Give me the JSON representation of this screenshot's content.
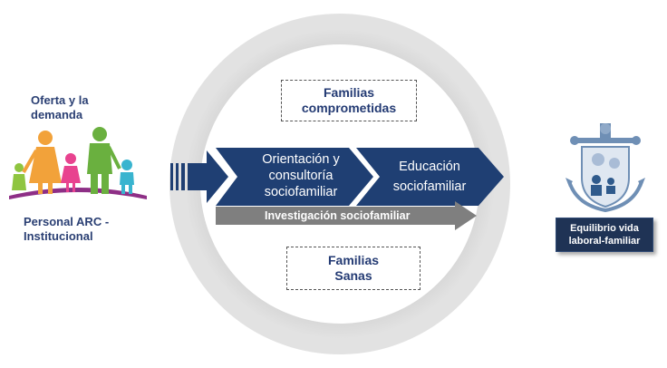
{
  "left": {
    "top_label": "Oferta y la\ndemanda",
    "bottom_label": "Personal ARC -\nInstitucional"
  },
  "center": {
    "top_box": "Familias\ncomprometidas",
    "bottom_box": "Familias\nSanas",
    "chevron_1": "Orientación y\nconsultoría\nsociofamiliar",
    "chevron_2": "Educación\nsociofamiliar",
    "bar": "Investigación sociofamiliar"
  },
  "right": {
    "result_box": "Equilibrio vida\nlaboral-familiar"
  },
  "colors": {
    "chevron": "#1f3f73",
    "ring": "#d9d9d9",
    "bar": "#7f7f7f",
    "result_box": "#1f3355"
  },
  "icons": {
    "family": "family-icon",
    "emblem": "anchor-emblem-icon"
  }
}
